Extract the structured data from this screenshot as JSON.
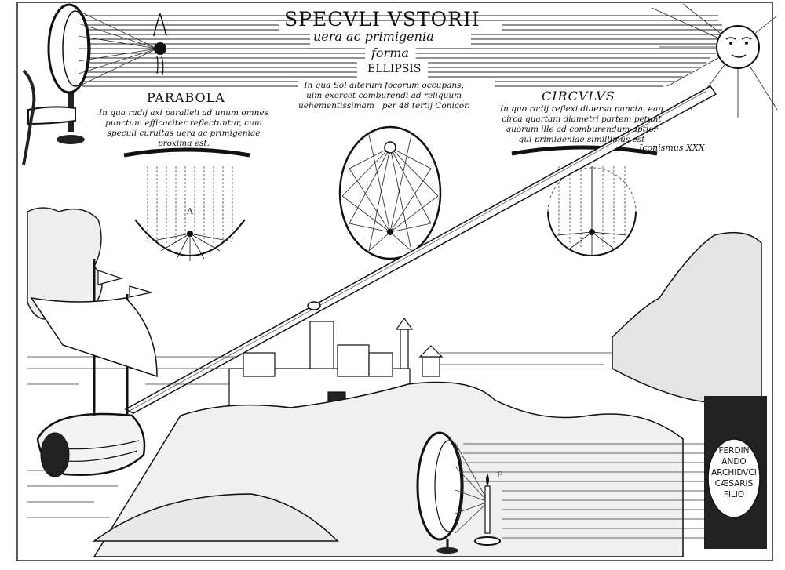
{
  "title": "SPECVLI VSTORII",
  "subtitle": "uera ac primigenia",
  "forma": "forma",
  "ellipse": {
    "label": "ELLIPSIS",
    "caption": "In qua Sol alterum focorum occupans,\nuim exercet comburendi ad reliquum\nuehementissimam   per 48 tertij Conicor."
  },
  "parabola": {
    "label": "PARABOLA",
    "caption": "In qua radij axi paralleli ad unum omnes\npunctum efficaciter reflectuntur, cum\nspeculi curuitas uera ac primigeniae\nproxima est."
  },
  "circle": {
    "label": "CIRCVLVS",
    "caption": "In quo radij reflexi diuersa puncta, eaq\ncirca quartam diametri partem petunt\nquorum ille ad comburendum aptior\nqui primigeniae simillimus est"
  },
  "figure_label": "Iconismus XXX",
  "point_labels": {
    "parabola_focus": "A",
    "mirror_point": "E"
  },
  "dedication": "FERDIN\nANDO\nARCHIDVCI\nCÆSARIS\nFILIO",
  "colors": {
    "ink": "#111111",
    "paper": "#ffffff"
  }
}
